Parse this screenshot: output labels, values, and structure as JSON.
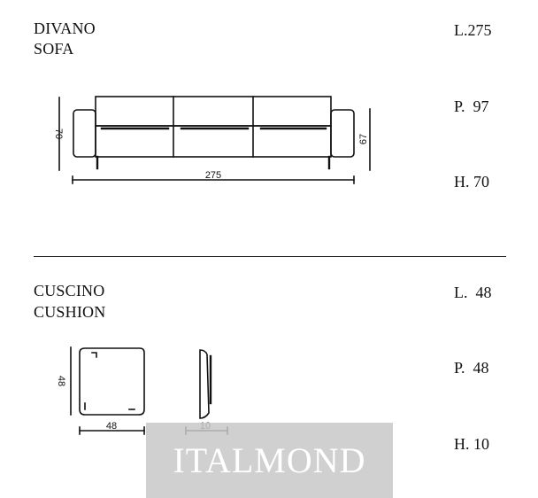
{
  "sofa": {
    "name_it": "DIVANO",
    "name_en": "SOFA",
    "length": "L.275",
    "depth": "P.  97",
    "height": "H. 70",
    "drawing_width_label": "275",
    "drawing_height_label": "70",
    "drawing_side_label": "67"
  },
  "cushion": {
    "name_it": "CUSCINO",
    "name_en": "CUSHION",
    "length": "L.  48",
    "depth": "P.  48",
    "height": "H. 10",
    "drawing_width_label": "48",
    "drawing_height_label": "48",
    "drawing_thickness_label": "10"
  },
  "watermark": {
    "text": "ITALMOND"
  },
  "colors": {
    "ink": "#111111",
    "watermark_bg": "#c8c8c8"
  }
}
